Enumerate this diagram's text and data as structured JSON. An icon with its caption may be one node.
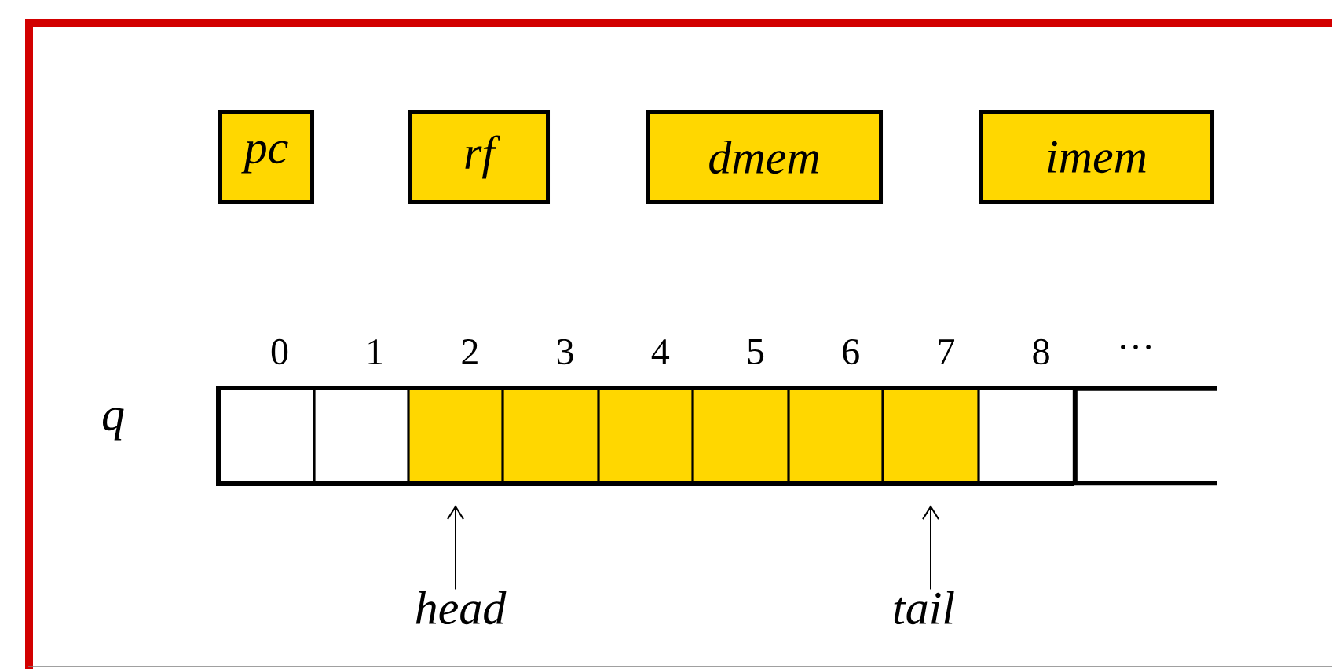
{
  "diagram": {
    "nodes": [
      {
        "text": [
          "pc"
        ]
      },
      {
        "text": [
          "rf"
        ]
      },
      {
        "text": [
          "dmem"
        ]
      },
      {
        "text": [
          "imem"
        ]
      },
      {
        "text": [],
        "shape": "box"
      },
      {
        "text": [],
        "shape": "box"
      },
      {
        "text": [],
        "shape": "box"
      },
      {
        "text": [],
        "shape": "box"
      },
      {
        "text": [],
        "shape": "box"
      },
      {
        "text": [],
        "shape": "box"
      },
      {
        "text": [],
        "shape": "box"
      },
      {
        "text": [],
        "shape": "box"
      },
      {
        "text": [],
        "shape": "box"
      },
      {
        "text": [],
        "shape": "box"
      },
      {
        "text": [
          "head"
        ]
      },
      {
        "text": [
          "tail"
        ]
      }
    ],
    "edges": [
      {
        "from": 14,
        "to": 6,
        "arrow": "to"
      },
      {
        "from": 15,
        "to": 11,
        "arrow": "to"
      }
    ],
    "labels": [
      "0",
      "1",
      "2",
      "3",
      "4",
      "5",
      "6",
      "7",
      "8",
      "…",
      "q"
    ]
  }
}
